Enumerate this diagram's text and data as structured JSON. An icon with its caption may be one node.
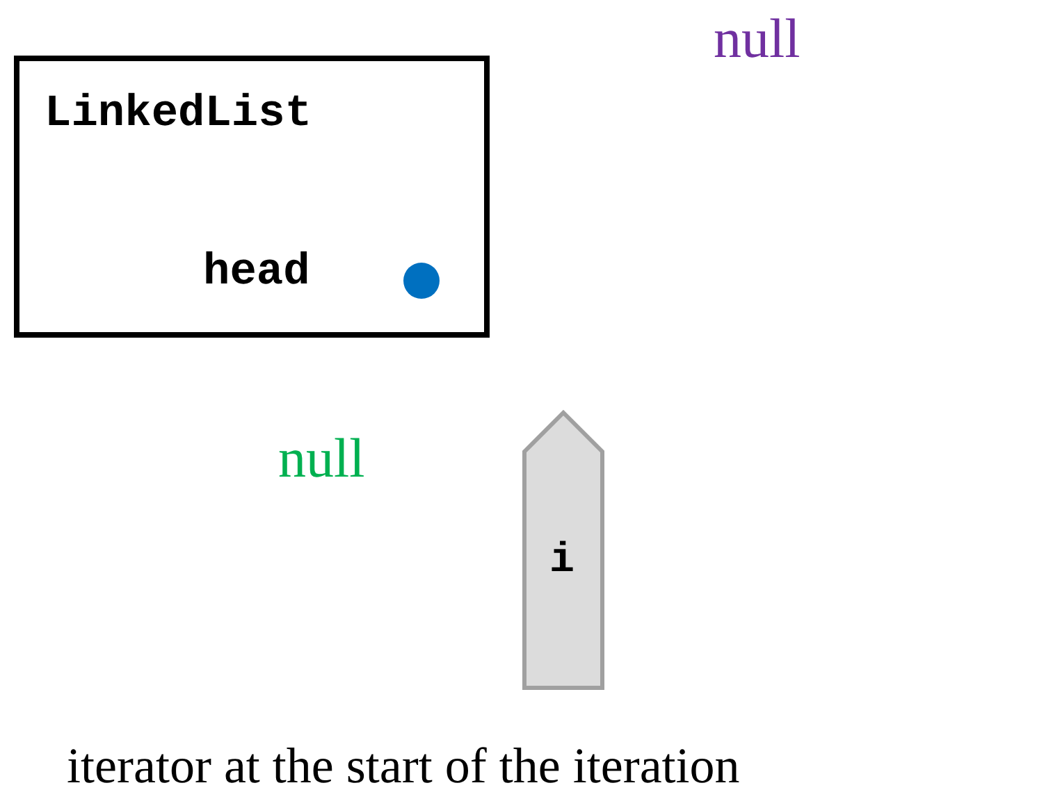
{
  "diagram": {
    "caption": "iterator at the start of the iteration",
    "nodes": [
      {
        "text": [
          "LinkedList",
          "head"
        ]
      },
      {
        "text": [
          "i"
        ]
      }
    ],
    "labels": [
      "null",
      "null"
    ]
  }
}
